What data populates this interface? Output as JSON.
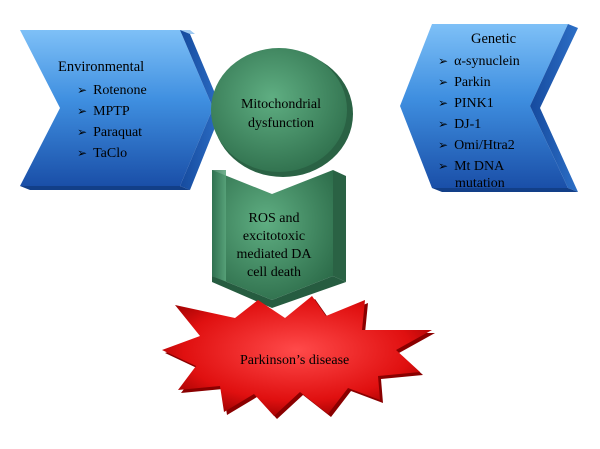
{
  "environmental": {
    "title": "Environmental",
    "items": [
      "Rotenone",
      "MPTP",
      "Paraquat",
      "TaClo"
    ]
  },
  "genetic": {
    "title": "Genetic",
    "items": [
      "α-synuclein",
      "Parkin",
      "PINK1",
      "DJ-1",
      "Omi/Htra2",
      "Mt DNA"
    ],
    "last_item_continuation": "mutation"
  },
  "mitochondrial": {
    "line1": "Mitochondrial",
    "line2": "dysfunction"
  },
  "ros": {
    "line1": "ROS and",
    "line2": "excitotoxic",
    "line3": "mediated DA",
    "line4": "cell death"
  },
  "parkinsons": {
    "label": "Parkinson’s disease"
  },
  "marker": "➢",
  "colors": {
    "blue_light": "#5aa8ee",
    "blue_dark": "#1a55b0",
    "green_light": "#4f9c70",
    "green_dark": "#2f6e4c",
    "red_light": "#ff3030",
    "red_dark": "#b40000"
  }
}
